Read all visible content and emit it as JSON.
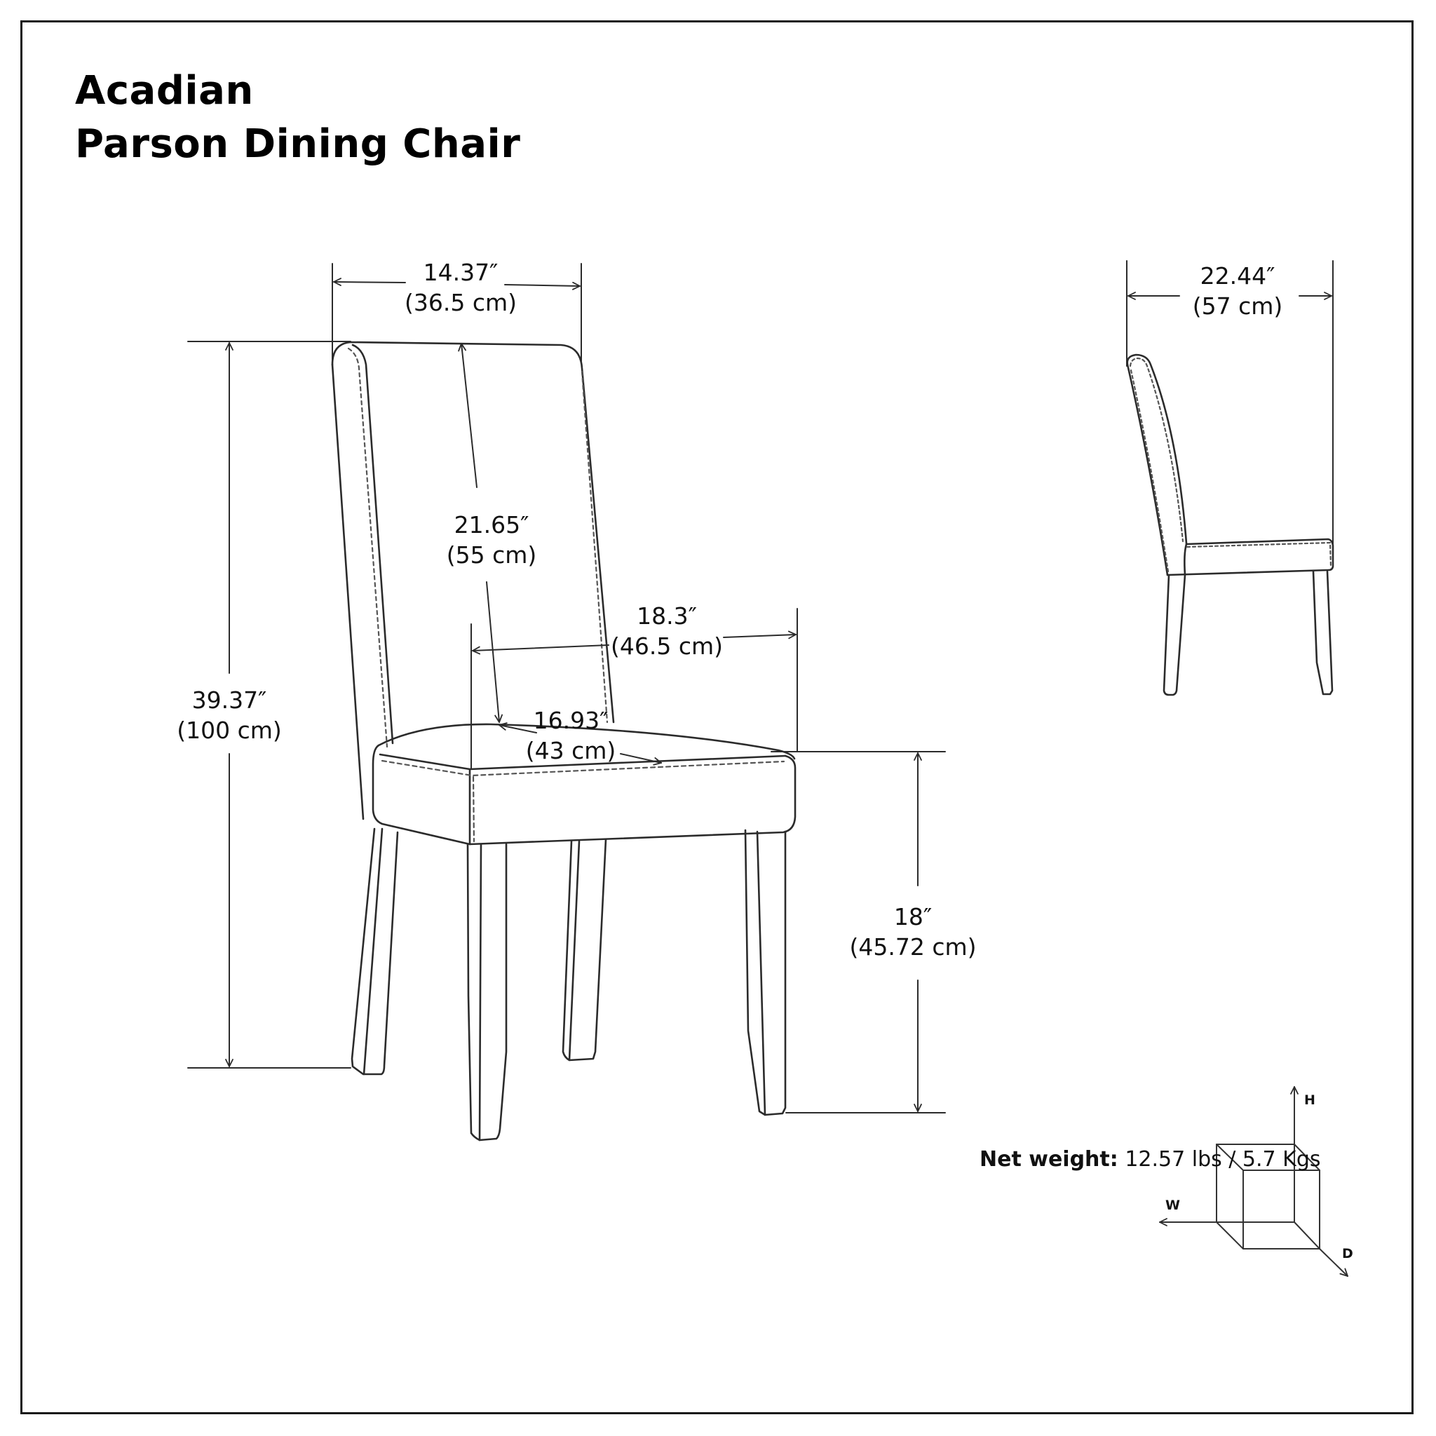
{
  "title": {
    "line1": "Acadian",
    "line2": "Parson Dining Chair"
  },
  "dimensions": {
    "back_width": {
      "imperial": "14.37″",
      "metric": "(36.5 cm)"
    },
    "total_height": {
      "imperial": "39.37″",
      "metric": "(100 cm)"
    },
    "back_height": {
      "imperial": "21.65″",
      "metric": "(55 cm)"
    },
    "seat_width": {
      "imperial": "18.3″",
      "metric": "(46.5 cm)"
    },
    "seat_depth": {
      "imperial": "16.93″",
      "metric": "(43 cm)"
    },
    "seat_height": {
      "imperial": "18″",
      "metric": "(45.72 cm)"
    },
    "total_depth": {
      "imperial": "22.44″",
      "metric": "(57 cm)"
    }
  },
  "axes": {
    "height": "H",
    "width": "W",
    "depth": "D"
  },
  "net_weight": {
    "label": "Net weight:",
    "value": "12.57 lbs / 5.7 Kgs"
  },
  "colors": {
    "line": "#2b2b2b",
    "stitch": "#555555",
    "text": "#111111"
  }
}
